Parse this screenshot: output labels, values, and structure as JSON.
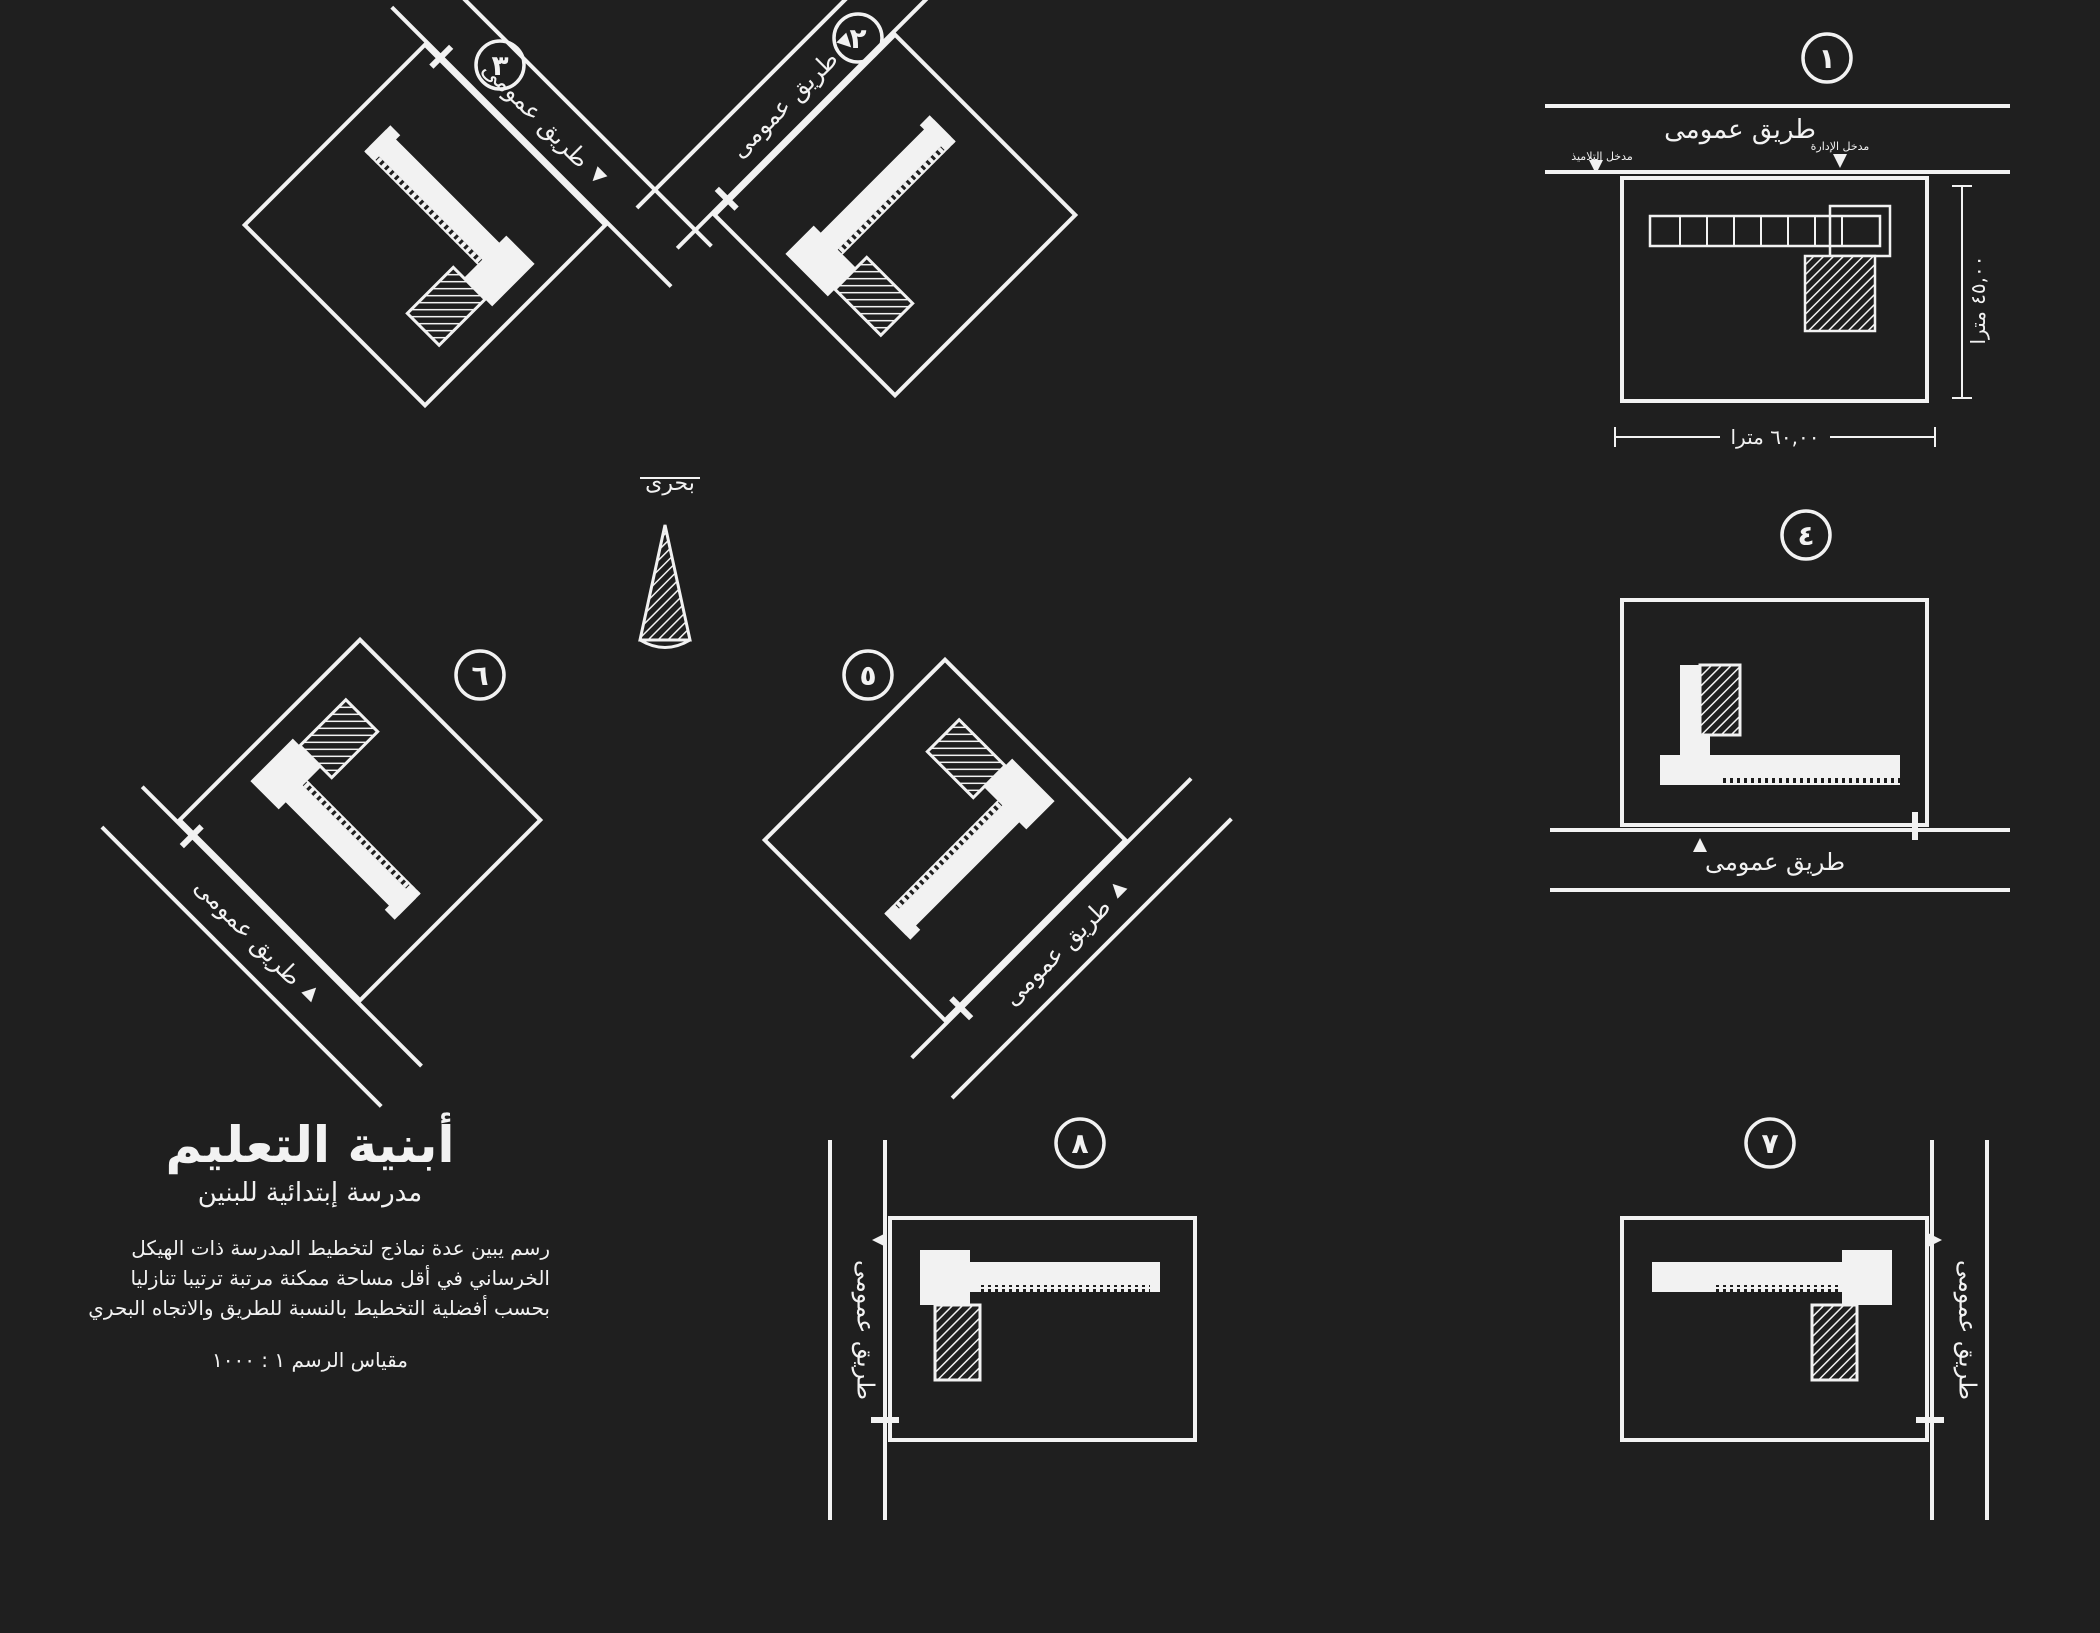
{
  "caption": {
    "title": "أبنية التعليم",
    "subtitle": "مدرسة إبتدائية للبنين",
    "description": "رسم يبين عدة نماذج لتخطيط المدرسة ذات الهيكل الخرساني في أقل مساحة ممكنة مرتبة ترتيبا تنازليا بحسب أفضلية التخطيط بالنسبة للطريق والاتجاه البحري",
    "scale": "مقياس الرسم ١ : ١٠٠٠"
  },
  "compass": {
    "label": "بحرى"
  },
  "plans": [
    {
      "number": "١",
      "road": "طريق عمومى",
      "entrance_labels": [
        "مدخل التلاميذ",
        "مدخل الإدارة"
      ],
      "dim_depth": "٤٥,٠٠ مترا",
      "dim_width": "٦٠,٠٠ مترا"
    },
    {
      "number": "٢",
      "road": "طريق عمومى"
    },
    {
      "number": "٣",
      "road": "طريق عمومى"
    },
    {
      "number": "٤",
      "road": "طريق عمومى"
    },
    {
      "number": "٥",
      "road": "طريق عمومى"
    },
    {
      "number": "٦",
      "road": "طريق عمومى"
    },
    {
      "number": "٧",
      "road": "طريق عمومى"
    },
    {
      "number": "٨",
      "road": "طريق عمومى"
    }
  ],
  "colors": {
    "background": "#1f1f1f",
    "ink": "#f2f2f2"
  }
}
